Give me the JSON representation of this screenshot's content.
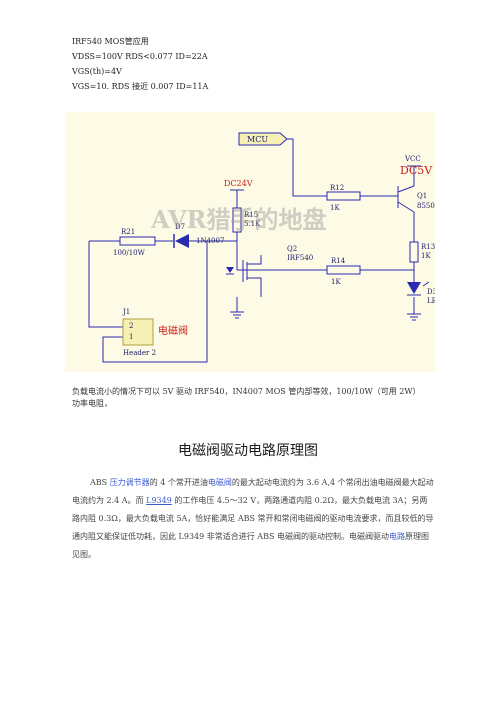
{
  "specs": {
    "line1": "IRF540 MOS管应用",
    "line2": "VDSS=100V    RDS<0.077    ID=22A",
    "line3": "VGS(th)=4V",
    "line4": "VGS=10.    RDS 接近 0.007    ID=11A"
  },
  "schematic": {
    "mcu": "MCU",
    "vcc": "VCC",
    "dc5v": "DC5V",
    "dc24v": "DC24V",
    "r12": "R12",
    "r12_val": "1K",
    "q1": "Q1",
    "q1_val": "8550",
    "r15": "R15",
    "r15_val": "5.1K",
    "r21": "R21",
    "r21_val": "100/10W",
    "d7": "D7",
    "d7_val": "1N4007",
    "q2": "Q2",
    "q2_val": "IRF540",
    "r14": "R14",
    "r14_val": "1K",
    "r13": "R13",
    "r13_val": "1K",
    "d3": "D3",
    "d3_val": "LED",
    "j1": "J1",
    "j1_pin2": "2",
    "j1_pin1": "1",
    "j1_label": "电磁阀",
    "j1_val": "Header 2",
    "watermark": "AVR猎手的地盘"
  },
  "note": {
    "line1": "负载电流小的情况下可以 5V 驱动 IRF540，IN4007 MOS 管内部等效，100/10W（可用 2W）",
    "line2": "功率电阻，"
  },
  "heading": "电磁阀驱动电路原理图",
  "body": {
    "p1a": "ABS ",
    "p1_link1": "压力调节器",
    "p1b": "的 4 个常开进油",
    "p1_link2": "电磁阀",
    "p1c": "的最大起动电流约为 3.6 A,4 个常闭出油电磁阀最大起动电流约为 2.4 A。而 ",
    "p1_link3": "L9349",
    "p1d": " 的工作电压 4.5～32 V，两路通道内阻 0.2Ω，最大负载电流 3A；另两路内阻 0.3Ω，最大负载电流 5A，恰好能满足 ABS 常开和常闭电磁阀的驱动电流要求，而且较低的导通内阻又能保证低功耗，因此 L9349 非常适合进行 ABS 电磁阀的驱动控制。电磁阀驱动",
    "p1_link4": "电路",
    "p1e": "原理图见图。"
  },
  "colors": {
    "schematic_bg": "#fdfbe6",
    "wire": "#2a2ab0",
    "label_red": "#c8201a",
    "link": "#3a5bd0"
  }
}
